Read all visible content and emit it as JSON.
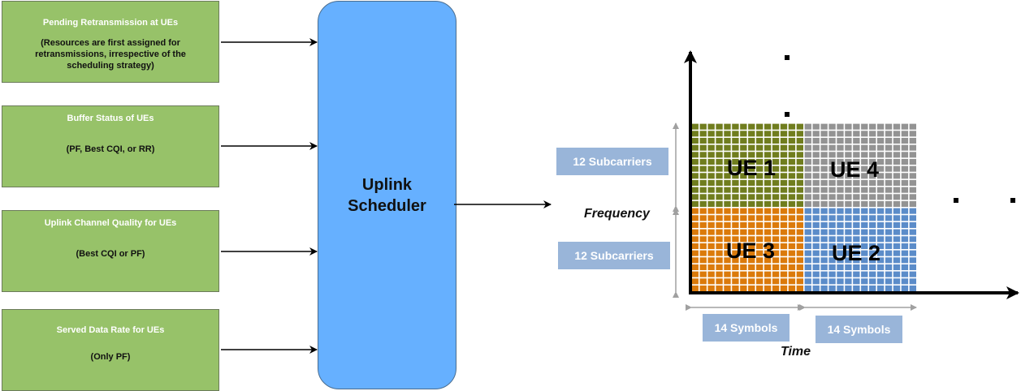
{
  "inputs": [
    {
      "title": "Pending Retransmission at UEs",
      "desc": "(Resources are first assigned for\nretransmissions, irrespective of the\nscheduling strategy)"
    },
    {
      "title": "Buffer Status of UEs",
      "desc": "(PF, Best CQI, or RR)"
    },
    {
      "title": "Uplink Channel Quality for UEs",
      "desc": "(Best CQI or PF)"
    },
    {
      "title": "Served Data Rate for UEs",
      "desc": "(Only PF)"
    }
  ],
  "scheduler": {
    "label": "Uplink\nScheduler"
  },
  "grid": {
    "blocks": [
      {
        "label": "UE 1",
        "color": "#707d1e",
        "time_slot": 0,
        "freq_slot": 1
      },
      {
        "label": "UE 4",
        "color": "#939393",
        "time_slot": 1,
        "freq_slot": 1
      },
      {
        "label": "UE 3",
        "color": "#db7a0b",
        "time_slot": 0,
        "freq_slot": 0
      },
      {
        "label": "UE 2",
        "color": "#5b8cc9",
        "time_slot": 1,
        "freq_slot": 0
      }
    ],
    "symbols_per_block": 14,
    "subcarriers_per_block": 12,
    "frequency_label": "Frequency",
    "time_label": "Time",
    "subcarrier_labels": [
      "12 Subcarriers",
      "12 Subcarriers"
    ],
    "symbol_labels": [
      "14 Symbols",
      "14 Symbols"
    ]
  },
  "colors": {
    "input_fill": "#97c269",
    "scheduler_fill": "#66b0ff",
    "label_fill": "#99b5d9",
    "dimension_arrow": "#a0a0a0"
  }
}
